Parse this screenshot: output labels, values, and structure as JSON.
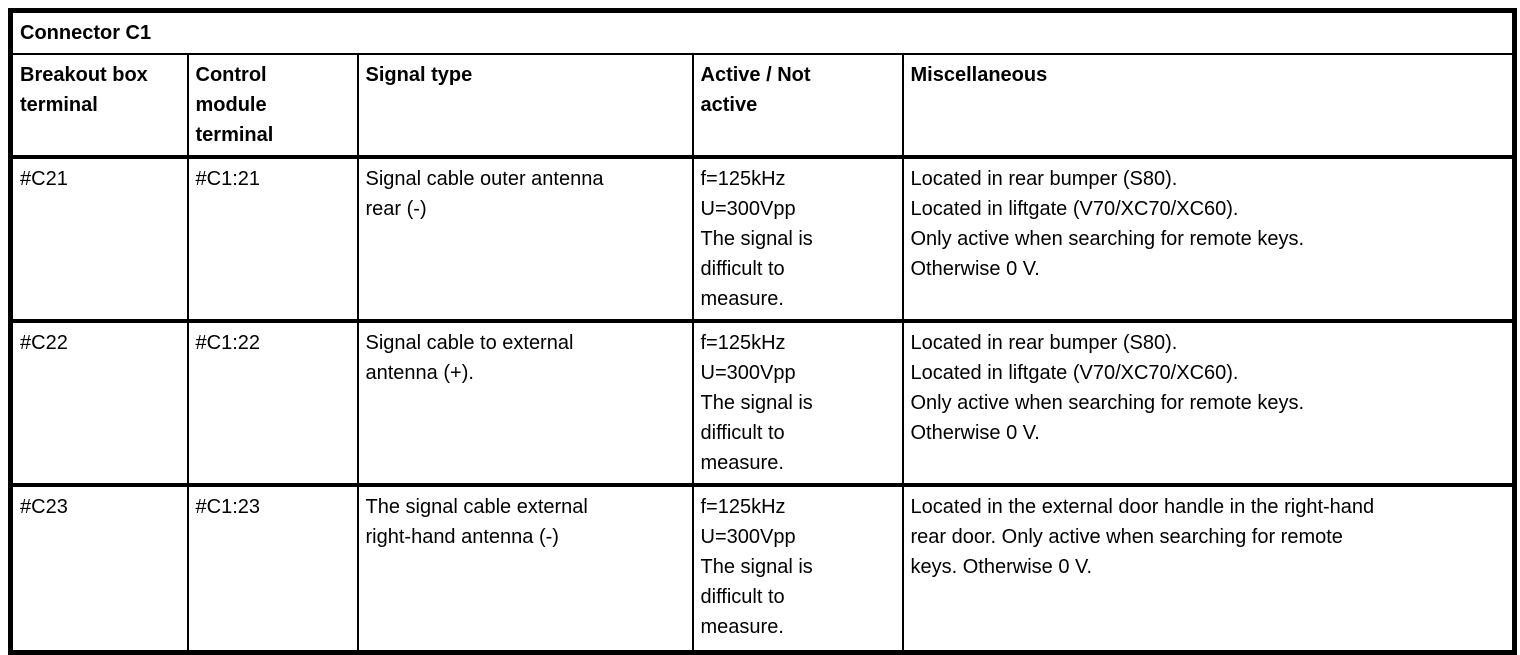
{
  "table": {
    "title": "Connector C1",
    "columns": [
      {
        "label_lines": [
          "Breakout box",
          "terminal"
        ]
      },
      {
        "label_lines": [
          "Control",
          "module",
          "terminal"
        ]
      },
      {
        "label_lines": [
          "Signal type"
        ]
      },
      {
        "label_lines": [
          "Active / Not",
          "active"
        ]
      },
      {
        "label_lines": [
          "Miscellaneous"
        ]
      }
    ],
    "rows": [
      {
        "breakout_terminal": "#C21",
        "module_terminal": "#C1:21",
        "signal_type_lines": [
          "Signal cable outer antenna",
          "rear (-)"
        ],
        "active_lines": [
          "f=125kHz",
          "U=300Vpp",
          "The signal is",
          "difficult to",
          "measure."
        ],
        "misc_lines": [
          "Located in rear bumper (S80).",
          "Located in liftgate (V70/XC70/XC60).",
          "Only active when searching for remote keys.",
          "Otherwise 0 V."
        ]
      },
      {
        "breakout_terminal": "#C22",
        "module_terminal": "#C1:22",
        "signal_type_lines": [
          "Signal cable to external",
          "antenna (+)."
        ],
        "active_lines": [
          "f=125kHz",
          "U=300Vpp",
          "The signal is",
          "difficult to",
          "measure."
        ],
        "misc_lines": [
          "Located in rear bumper (S80).",
          "Located in liftgate (V70/XC70/XC60).",
          "Only active when searching for remote keys.",
          "Otherwise 0 V."
        ]
      },
      {
        "breakout_terminal": "#C23",
        "module_terminal": "#C1:23",
        "signal_type_lines": [
          "The signal cable external",
          "right-hand antenna (-)"
        ],
        "active_lines": [
          "f=125kHz",
          "U=300Vpp",
          "The signal is",
          "difficult to",
          "measure."
        ],
        "misc_lines": [
          "Located in the external door handle in the right-hand",
          "rear door. Only active when searching for remote",
          "keys. Otherwise 0 V."
        ]
      }
    ]
  }
}
